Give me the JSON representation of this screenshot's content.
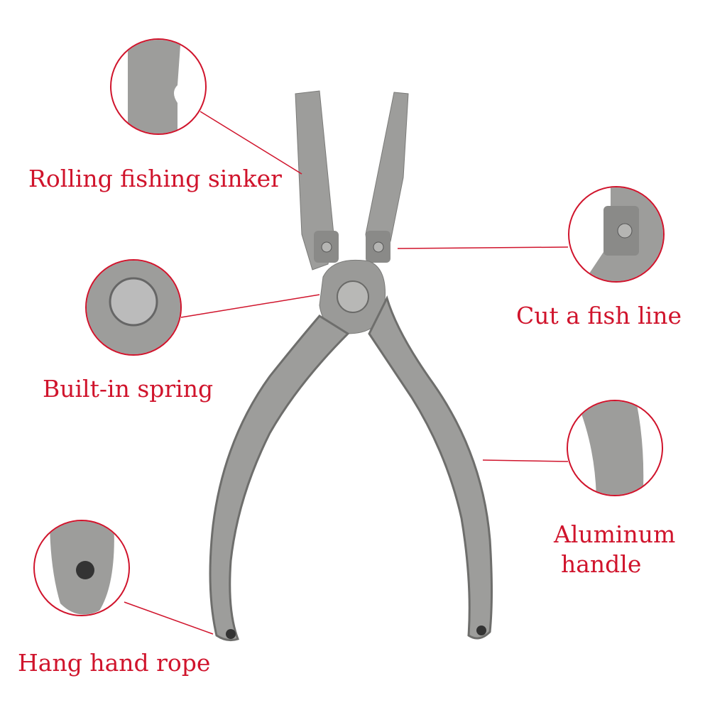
{
  "colors": {
    "accent": "#d0142c",
    "metal": "#9a9a98",
    "metal_dark": "#6e6e6c"
  },
  "callouts": {
    "sinker": "Rolling fishing sinker",
    "cut_line": "Cut a fish line",
    "spring": "Built-in spring",
    "handle_line1": "Aluminum",
    "handle_line2": "handle",
    "rope": "Hang hand rope"
  }
}
